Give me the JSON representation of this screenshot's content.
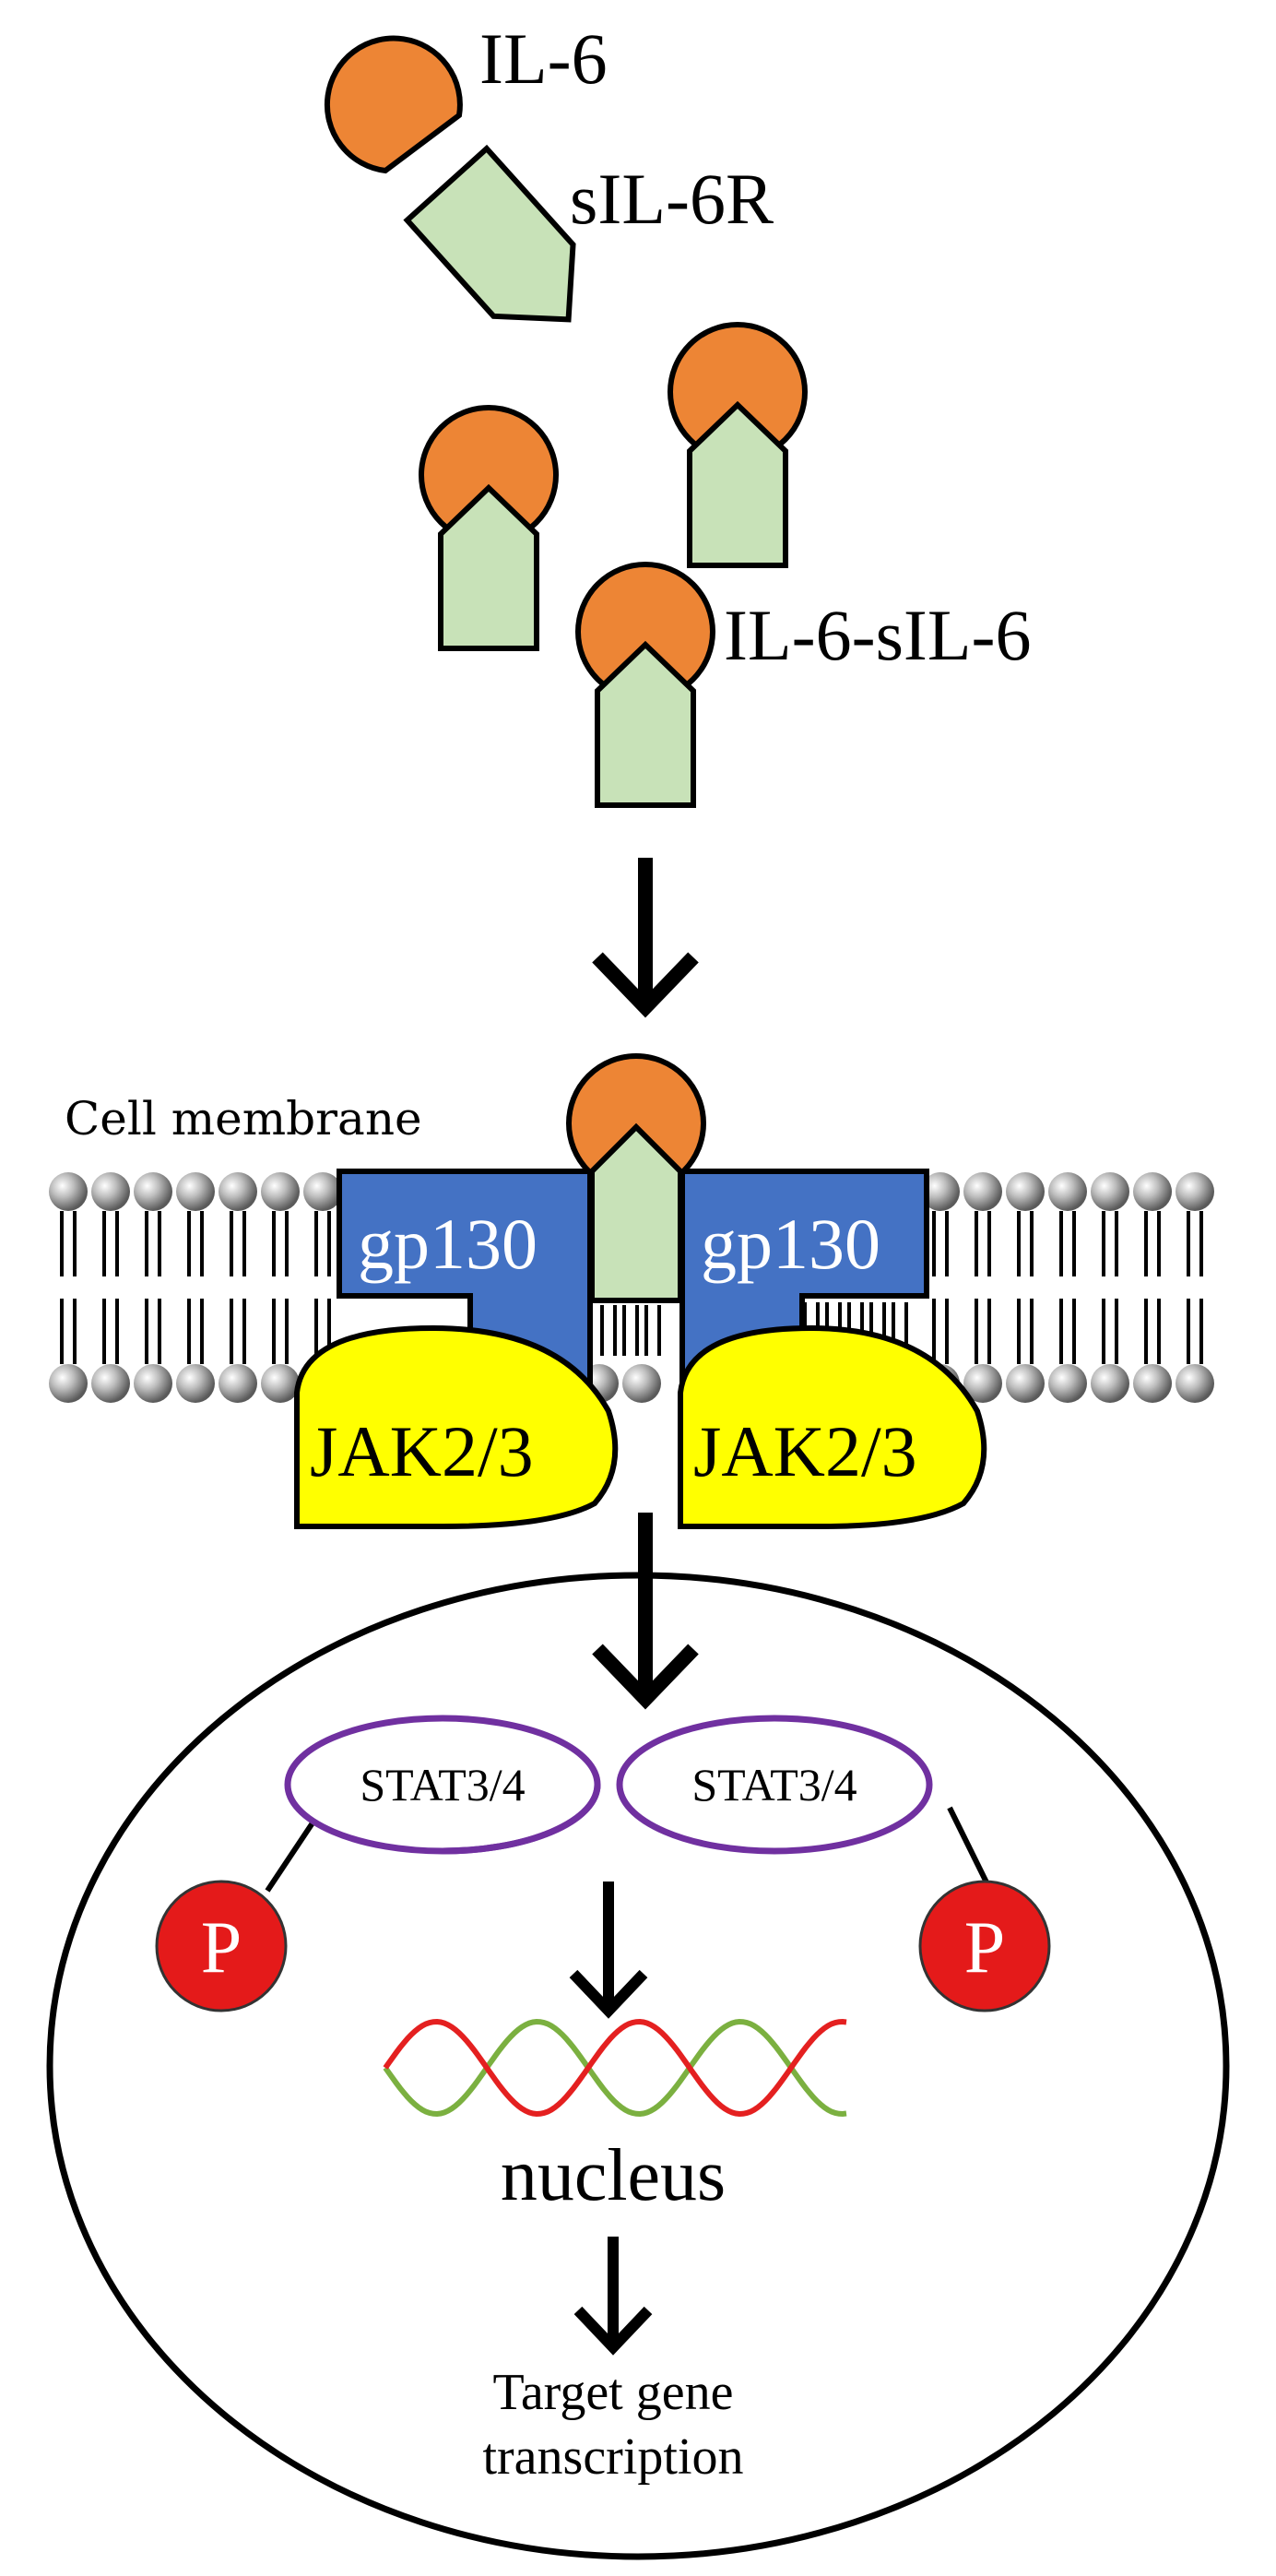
{
  "labels": {
    "il6": "IL-6",
    "sil6r": "sIL-6R",
    "complex": "IL-6-sIL-6",
    "cell_membrane": "Cell membrane",
    "gp130_left": "gp130",
    "gp130_right": "gp130",
    "jak_left": "JAK2/3",
    "jak_right": "JAK2/3",
    "stat_left": "STAT3/4",
    "stat_right": "STAT3/4",
    "p_left": "P",
    "p_right": "P",
    "nucleus": "nucleus",
    "target_line1": "Target gene",
    "target_line2": "transcription"
  },
  "colors": {
    "il6": "#ED8535",
    "receptor": "#C8E2B8",
    "gp130": "#4472C4",
    "jak": "#FFFF00",
    "stat_outline": "#7030A0",
    "phosphate": "#E41A1A",
    "dna_red": "#E42020",
    "dna_green": "#7BB040",
    "outline": "#000000"
  },
  "icons": {
    "ligand": "il6-pacman-icon",
    "receptor": "pentagon-receptor-icon",
    "lipid": "phospholipid-icon"
  }
}
